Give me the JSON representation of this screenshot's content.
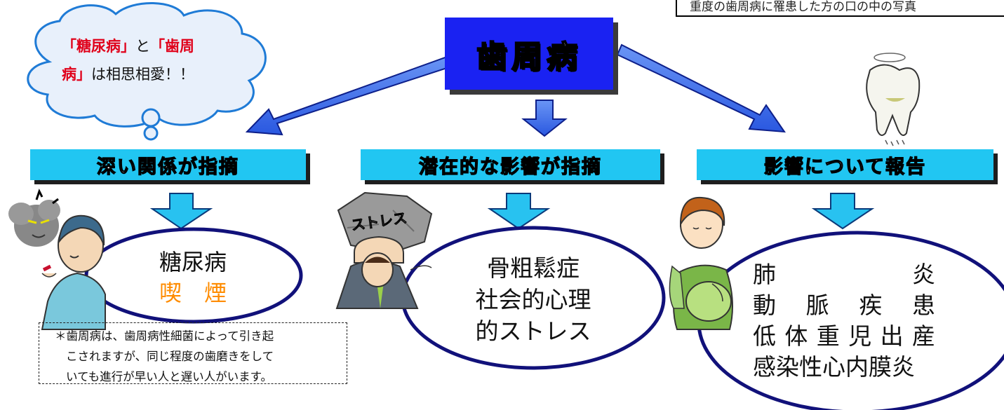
{
  "caption": "重度の歯周病に罹患した方の口の中の写真",
  "center_title": "歯周病",
  "cloud": {
    "part1": "「糖尿病」",
    "part2": "と",
    "part3": "「歯周",
    "part4": "病」",
    "part5": "は相思相愛！！"
  },
  "categories": [
    {
      "label": "深い関係が指摘"
    },
    {
      "label": "潜在的な影響が指摘"
    },
    {
      "label": "影響について報告"
    }
  ],
  "left_ellipse": {
    "line1": "糖尿病",
    "line2": "喫　煙"
  },
  "center_ellipse": {
    "line1": "骨粗鬆症",
    "line2": "社会的心理",
    "line3": "的ストレス"
  },
  "right_ellipse": {
    "line1a": "肺",
    "line1b": "炎",
    "line2": [
      "動",
      "脈",
      "疾",
      "患"
    ],
    "line3": [
      "低",
      "体",
      "重",
      "児",
      "出",
      "産"
    ],
    "line4": "感染性心内膜炎"
  },
  "stress_rock_text": "ストレス",
  "note": {
    "line1": "＊歯周病は、歯周病性細菌によって引き起",
    "line2": "こされますが、同じ程度の歯磨きをして",
    "line3": "いても進行が早い人と遅い人がいます。"
  },
  "colors": {
    "title_box": "#1a22f2",
    "category_box": "#21c6f2",
    "arrow": "#3c73ec",
    "ellipse_border": "#11117a",
    "highlight_red": "#e0001a",
    "highlight_orange": "#ff8c00"
  }
}
